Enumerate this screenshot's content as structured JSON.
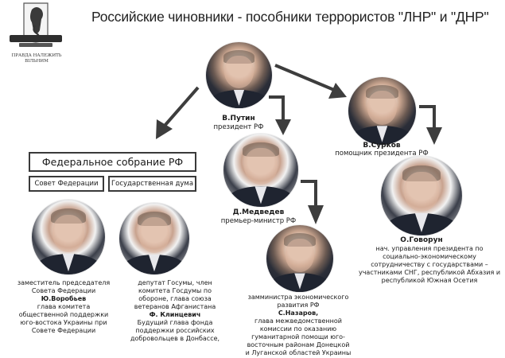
{
  "header": {
    "title": "Российские чиновники - пособники террористов \"ЛНР\" и \"ДНР\"",
    "logo_caption_line1": "ПРАВДА НАЛЕЖИТЬ",
    "logo_caption_line2": "ВІЛЬНИМ"
  },
  "people": {
    "putin": {
      "name": "В.Путин",
      "role": "президент РФ"
    },
    "surkov": {
      "name": "В.Сурков",
      "role": "помощник президента РФ"
    },
    "medvedev": {
      "name": "Д.Медведев",
      "role": "премьер-министр РФ"
    },
    "govorun": {
      "name": "О.Говорун",
      "role_lines": [
        "нач. управления президента по",
        "социально-экономическому",
        "сотрудничеству с государствами –",
        "участниками СНГ, республикой Абхазия и",
        "республикой Южная Осетия"
      ]
    },
    "nazarov": {
      "pre_lines": [
        "замминистра экономического",
        "развития РФ"
      ],
      "name": "С.Назаров,",
      "post_lines": [
        "глава межведомственной",
        "комиссии по оказанию",
        "гуманитарной помощи юго-",
        "восточным районам Донецкой",
        "и Луганской областей Украины"
      ]
    },
    "vorobyev": {
      "pre_lines": [
        "заместитель председателя",
        "Совета Федерации"
      ],
      "name": "Ю.Воробьев",
      "post_lines": [
        "глава комитета",
        "общественной поддержки",
        "юго-востока Украины при",
        "Совете Федерации"
      ]
    },
    "klintsevich": {
      "pre_lines": [
        "депутат Госумы, член",
        "комитета Госдумы по",
        "обороне, глава союза",
        "ветеранов Афганистана"
      ],
      "name": "Ф. Клинцевич",
      "post_lines": [
        "Будущий глава фонда",
        "поддержки российских",
        "добровольцев в Донбассе,"
      ]
    }
  },
  "boxes": {
    "federal_assembly": "Федеральное собрание РФ",
    "federation_council": "Совет Федерации",
    "state_duma": "Государственная дума"
  },
  "colors": {
    "arrow": "#3d3d3d",
    "box_border": "#3a3a3a",
    "text": "#1a1a1a",
    "background": "#ffffff"
  }
}
